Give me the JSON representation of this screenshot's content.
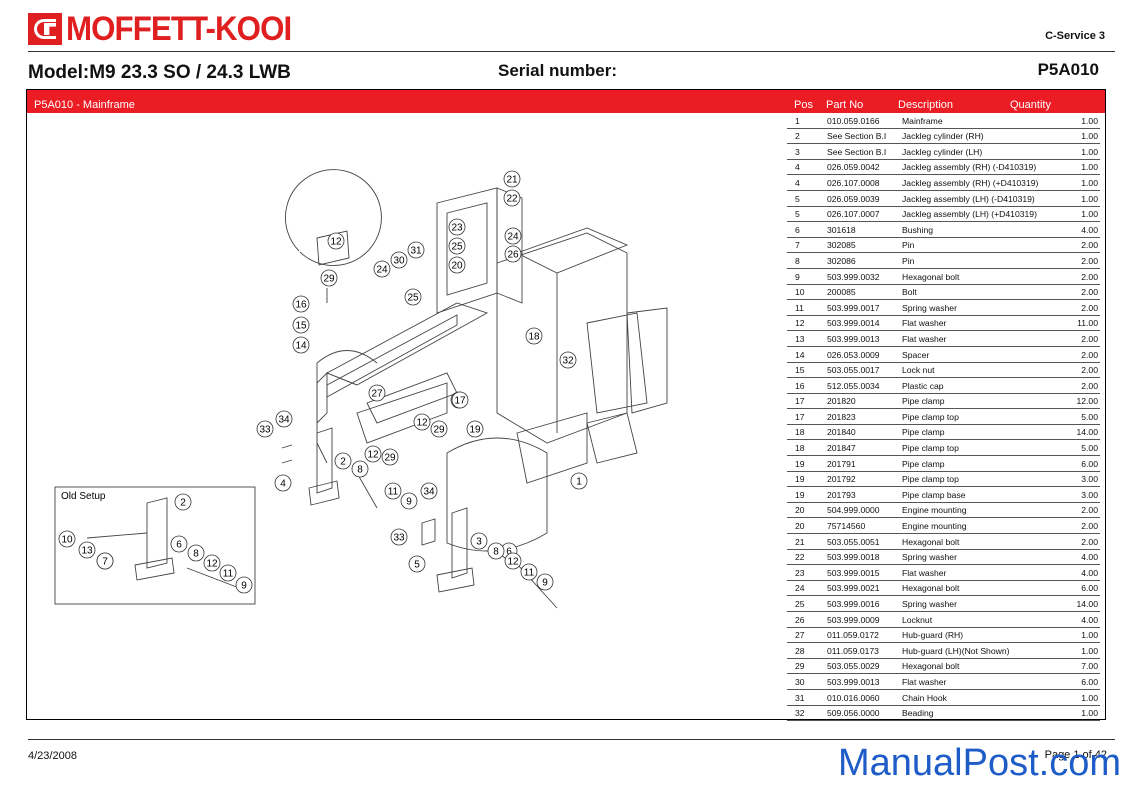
{
  "header": {
    "brand": "MOFFETT-KOOI",
    "service": "C-Service 3",
    "model": "Model:M9 23.3 SO / 24.3 LWB",
    "serial_label": "Serial number:",
    "code": "P5A010"
  },
  "section": {
    "title": "P5A010 - Mainframe",
    "col_pos": "Pos",
    "col_part": "Part No",
    "col_desc": "Description",
    "col_qty": "Quantity"
  },
  "diagram": {
    "old_setup_label": "Old Setup",
    "callouts": [
      "1",
      "2",
      "3",
      "4",
      "5",
      "6",
      "7",
      "8",
      "9",
      "10",
      "11",
      "12",
      "13",
      "14",
      "15",
      "16",
      "17",
      "18",
      "19",
      "20",
      "21",
      "22",
      "23",
      "24",
      "25",
      "26",
      "27",
      "29",
      "30",
      "31",
      "32",
      "33",
      "34"
    ]
  },
  "parts": [
    {
      "pos": "1",
      "part": "010.059.0166",
      "desc": "Mainframe",
      "qty": "1.00"
    },
    {
      "pos": "2",
      "part": "See Section B.I",
      "desc": "Jackleg cylinder (RH)",
      "qty": "1.00"
    },
    {
      "pos": "3",
      "part": "See Section B.I",
      "desc": "Jackleg cylinder (LH)",
      "qty": "1.00"
    },
    {
      "pos": "4",
      "part": "026.059.0042",
      "desc": "Jackleg assembly (RH) (-D410319)",
      "qty": "1.00"
    },
    {
      "pos": "4",
      "part": "026.107.0008",
      "desc": "Jackleg assembly (RH) (+D410319)",
      "qty": "1.00"
    },
    {
      "pos": "5",
      "part": "026.059.0039",
      "desc": "Jackleg assembly (LH) (-D410319)",
      "qty": "1.00"
    },
    {
      "pos": "5",
      "part": "026.107.0007",
      "desc": "Jackleg assembly (LH) (+D410319)",
      "qty": "1.00"
    },
    {
      "pos": "6",
      "part": "301618",
      "desc": "Bushing",
      "qty": "4.00"
    },
    {
      "pos": "7",
      "part": "302085",
      "desc": "Pin",
      "qty": "2.00"
    },
    {
      "pos": "8",
      "part": "302086",
      "desc": "Pin",
      "qty": "2.00"
    },
    {
      "pos": "9",
      "part": "503.999.0032",
      "desc": "Hexagonal bolt",
      "qty": "2.00"
    },
    {
      "pos": "10",
      "part": "200085",
      "desc": "Bolt",
      "qty": "2.00"
    },
    {
      "pos": "11",
      "part": "503.999.0017",
      "desc": "Spring washer",
      "qty": "2.00"
    },
    {
      "pos": "12",
      "part": "503.999.0014",
      "desc": "Flat washer",
      "qty": "11.00"
    },
    {
      "pos": "13",
      "part": "503.999.0013",
      "desc": "Flat washer",
      "qty": "2.00"
    },
    {
      "pos": "14",
      "part": "026.053.0009",
      "desc": "Spacer",
      "qty": "2.00"
    },
    {
      "pos": "15",
      "part": "503.055.0017",
      "desc": "Lock nut",
      "qty": "2.00"
    },
    {
      "pos": "16",
      "part": "512.055.0034",
      "desc": "Plastic cap",
      "qty": "2.00"
    },
    {
      "pos": "17",
      "part": "201820",
      "desc": "Pipe clamp",
      "qty": "12.00"
    },
    {
      "pos": "17",
      "part": "201823",
      "desc": "Pipe clamp top",
      "qty": "5.00"
    },
    {
      "pos": "18",
      "part": "201840",
      "desc": "Pipe clamp",
      "qty": "14.00"
    },
    {
      "pos": "18",
      "part": "201847",
      "desc": "Pipe clamp top",
      "qty": "5.00"
    },
    {
      "pos": "19",
      "part": "201791",
      "desc": "Pipe clamp",
      "qty": "6.00"
    },
    {
      "pos": "19",
      "part": "201792",
      "desc": "Pipe clamp top",
      "qty": "3.00"
    },
    {
      "pos": "19",
      "part": "201793",
      "desc": "Pipe clamp base",
      "qty": "3.00"
    },
    {
      "pos": "20",
      "part": "504.999.0000",
      "desc": "Engine mounting",
      "qty": "2.00"
    },
    {
      "pos": "20",
      "part": "75714560",
      "desc": "Engine mounting",
      "qty": "2.00"
    },
    {
      "pos": "21",
      "part": "503.055.0051",
      "desc": "Hexagonal bolt",
      "qty": "2.00"
    },
    {
      "pos": "22",
      "part": "503.999.0018",
      "desc": "Spring washer",
      "qty": "4.00"
    },
    {
      "pos": "23",
      "part": "503.999.0015",
      "desc": "Flat washer",
      "qty": "4.00"
    },
    {
      "pos": "24",
      "part": "503.999.0021",
      "desc": "Hexagonal bolt",
      "qty": "6.00"
    },
    {
      "pos": "25",
      "part": "503.999.0016",
      "desc": "Spring washer",
      "qty": "14.00"
    },
    {
      "pos": "26",
      "part": "503.999.0009",
      "desc": "Locknut",
      "qty": "4.00"
    },
    {
      "pos": "27",
      "part": "011.059.0172",
      "desc": "Hub-guard (RH)",
      "qty": "1.00"
    },
    {
      "pos": "28",
      "part": "011.059.0173",
      "desc": "Hub-guard (LH)(Not Shown)",
      "qty": "1.00"
    },
    {
      "pos": "29",
      "part": "503.055.0029",
      "desc": "Hexagonal bolt",
      "qty": "7.00"
    },
    {
      "pos": "30",
      "part": "503.999.0013",
      "desc": "Flat washer",
      "qty": "6.00"
    },
    {
      "pos": "31",
      "part": "010.016.0060",
      "desc": "Chain Hook",
      "qty": "1.00"
    },
    {
      "pos": "32",
      "part": "509.056.0000",
      "desc": "Beading",
      "qty": "1.00"
    }
  ],
  "footer": {
    "date": "4/23/2008",
    "page": "Page 1 of 42",
    "watermark": "ManualPost.com"
  },
  "colors": {
    "accent_red": "#ec1c24",
    "watermark_blue": "#1e5cc8"
  }
}
